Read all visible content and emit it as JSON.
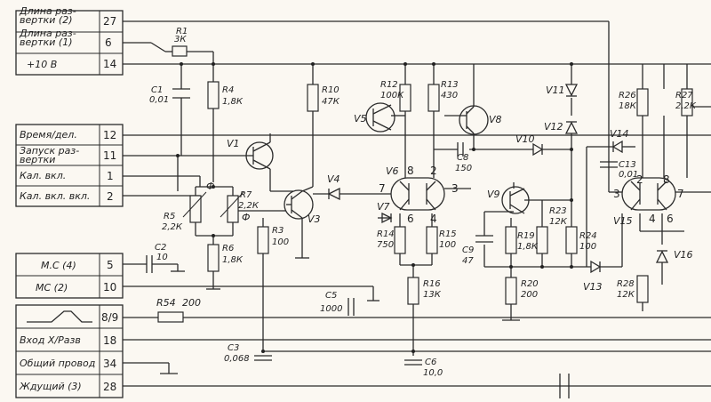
{
  "connector": [
    {
      "label": "Длина раз-\nвертки (2)",
      "pin": "27"
    },
    {
      "label": "Длина раз-\nвертки (1)",
      "pin": "6"
    },
    {
      "label": "+10 В",
      "pin": "14"
    },
    {
      "label": "Время/дел.",
      "pin": "12"
    },
    {
      "label": "Запуск раз-\nвертки",
      "pin": "11"
    },
    {
      "label": "Кал. вкл.",
      "pin": "1"
    },
    {
      "label": "Кал. вкл. вкл.",
      "pin": "2"
    },
    {
      "label": "М.С (4)",
      "pin": "5"
    },
    {
      "label": "МС (2)",
      "pin": "10"
    },
    {
      "label": "",
      "pin": "8/9"
    },
    {
      "label": "Вход Х/Разв",
      "pin": "18"
    },
    {
      "label": "Общий провод",
      "pin": "34"
    },
    {
      "label": "Ждущий (3)",
      "pin": "28"
    }
  ],
  "components": {
    "R1": {
      "name": "R1",
      "value": "3К"
    },
    "C1": {
      "name": "C1",
      "value": "0,01"
    },
    "R4": {
      "name": "R4",
      "value": "1,8К"
    },
    "R10": {
      "name": "R10",
      "value": "47К"
    },
    "R12": {
      "name": "R12",
      "value": "100К"
    },
    "R13": {
      "name": "R13",
      "value": "430"
    },
    "R26": {
      "name": "R26",
      "value": "18К"
    },
    "R27": {
      "name": "R27",
      "value": "2,2К"
    },
    "V1": {
      "name": "V1"
    },
    "V3": {
      "name": "V3"
    },
    "V4": {
      "name": "V4"
    },
    "V5": {
      "name": "V5"
    },
    "V6": {
      "name": "V6"
    },
    "V7": {
      "name": "V7"
    },
    "V8": {
      "name": "V8"
    },
    "V9": {
      "name": "V9"
    },
    "V10": {
      "name": "V10"
    },
    "V11": {
      "name": "V11"
    },
    "V12": {
      "name": "V12"
    },
    "V13": {
      "name": "V13"
    },
    "V14": {
      "name": "V14"
    },
    "V15": {
      "name": "V15"
    },
    "V16": {
      "name": "V16"
    },
    "C8": {
      "name": "C8",
      "value": "150"
    },
    "C13": {
      "name": "C13",
      "value": "0,01"
    },
    "R5": {
      "name": "R5",
      "value": "2,2К"
    },
    "R7": {
      "name": "R7",
      "value": "2,2К"
    },
    "R6": {
      "name": "R6",
      "value": "1,8К"
    },
    "R3": {
      "name": "R3",
      "value": "100"
    },
    "R14": {
      "name": "R14",
      "value": "750"
    },
    "R15": {
      "name": "R15",
      "value": "100"
    },
    "R16": {
      "name": "R16",
      "value": "13К"
    },
    "R19": {
      "name": "R19",
      "value": "1,8К"
    },
    "R23": {
      "name": "R23",
      "value": "12К"
    },
    "R24": {
      "name": "R24",
      "value": "100"
    },
    "R20": {
      "name": "R20",
      "value": "200"
    },
    "R28": {
      "name": "R28",
      "value": "12К"
    },
    "C2": {
      "name": "C2",
      "value": "10"
    },
    "C9": {
      "name": "C9",
      "value": "47"
    },
    "C5": {
      "name": "C5",
      "value": "1000"
    },
    "C3": {
      "name": "C3",
      "value": "0,068"
    },
    "C6": {
      "name": "C6",
      "value": "10,0"
    },
    "R54": {
      "name": "R54",
      "value": "200"
    }
  },
  "pin_numbers": {
    "V6_8": "8",
    "V6_2": "2",
    "V6_7": "7",
    "V6_3": "3",
    "V6_6": "6",
    "V6_4": "4",
    "V15_2": "2",
    "V15_8": "8",
    "V15_3": "3",
    "V15_7": "7",
    "V15_4": "4",
    "V15_6": "6"
  },
  "phi_a": "Ф",
  "phi_b": "Ф"
}
